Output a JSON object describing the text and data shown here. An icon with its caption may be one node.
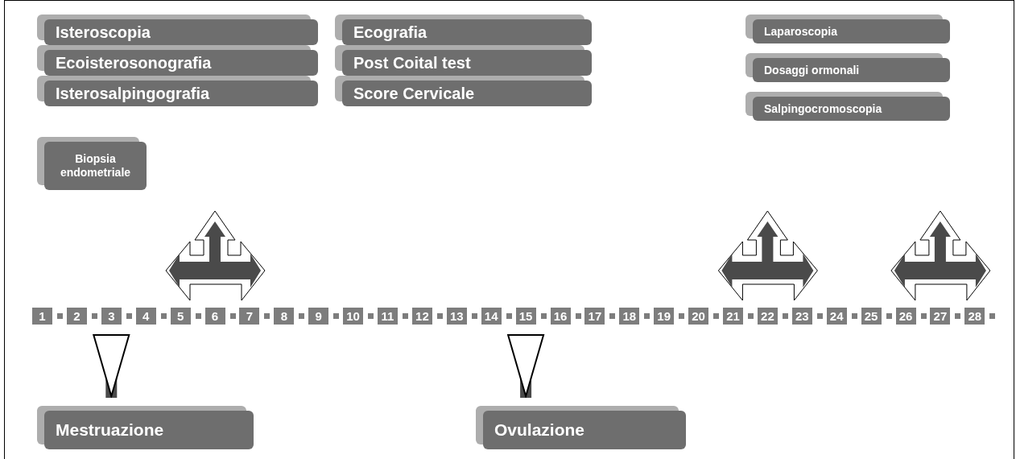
{
  "diagram": {
    "nodes": [
      {
        "text": [
          "Isteroscopia"
        ]
      },
      {
        "text": [
          "Ecografia"
        ]
      },
      {
        "text": [
          "Laparoscopia"
        ]
      },
      {
        "text": [
          "Ecoisterosonografia"
        ]
      },
      {
        "text": [
          "Post Coital test"
        ]
      },
      {
        "text": [
          "Dosaggi ormonali"
        ]
      },
      {
        "text": [
          "Isterosalpingografia"
        ]
      },
      {
        "text": [
          "Score Cervicale"
        ]
      },
      {
        "text": [
          "Salpingocromoscopia"
        ]
      },
      {
        "text": [
          "Biopsia endometriale"
        ]
      },
      {
        "text": [
          "1"
        ]
      },
      {
        "text": [
          "2"
        ]
      },
      {
        "text": [
          "3"
        ]
      },
      {
        "text": [
          "4"
        ]
      },
      {
        "text": [
          "5"
        ]
      },
      {
        "text": [
          "6"
        ]
      },
      {
        "text": [
          "7"
        ]
      },
      {
        "text": [
          "8"
        ]
      },
      {
        "text": [
          "9"
        ]
      },
      {
        "text": [
          "10"
        ]
      },
      {
        "text": [
          "11"
        ]
      },
      {
        "text": [
          "12"
        ]
      },
      {
        "text": [
          "13"
        ]
      },
      {
        "text": [
          "14"
        ]
      },
      {
        "text": [
          "15"
        ]
      },
      {
        "text": [
          "16"
        ]
      },
      {
        "text": [
          "17"
        ]
      },
      {
        "text": [
          "18"
        ]
      },
      {
        "text": [
          "19"
        ]
      },
      {
        "text": [
          "20"
        ]
      },
      {
        "text": [
          "21"
        ]
      },
      {
        "text": [
          "22"
        ]
      },
      {
        "text": [
          "23"
        ]
      },
      {
        "text": [
          "24"
        ]
      },
      {
        "text": [
          "25"
        ]
      },
      {
        "text": [
          "26"
        ]
      },
      {
        "text": [
          "27"
        ]
      },
      {
        "text": [
          "28"
        ]
      },
      {
        "text": [
          "Mestruazione"
        ]
      },
      {
        "text": [
          "Ovulazione"
        ]
      }
    ],
    "edges": [
      {
        "from": 12,
        "to": 38,
        "arrow": "to"
      },
      {
        "from": 24,
        "to": 39,
        "arrow": "to"
      }
    ]
  }
}
